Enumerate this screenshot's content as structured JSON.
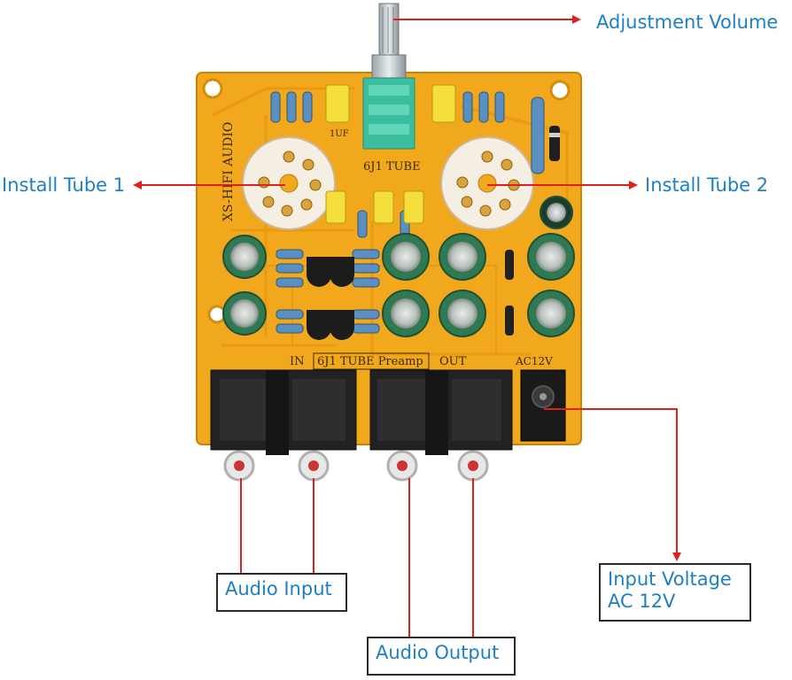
{
  "labels": {
    "adjustment_volume": "Adjustment Volume",
    "install_tube_1": "Install Tube 1",
    "install_tube_2": "Install Tube 2",
    "audio_input": "Audio Input",
    "audio_output": "Audio Output",
    "input_voltage_line1": "Input Voltage",
    "input_voltage_line2": "AC 12V"
  },
  "board": {
    "silk_title": "6J1 TUBE Preamp",
    "silk_tube": "6J1 TUBE",
    "silk_brand": "XS-HIFI AUDIO",
    "silk_in": "IN",
    "silk_out": "OUT",
    "silk_ac": "AC12V",
    "silk_cap": "1UF"
  },
  "colors": {
    "pcb": "#f2a81c",
    "pcb_dark": "#d98f10",
    "arrow": "#e02020",
    "label": "#1f7fc4",
    "jack": "#222222",
    "capacitor": "#2f7a52"
  }
}
